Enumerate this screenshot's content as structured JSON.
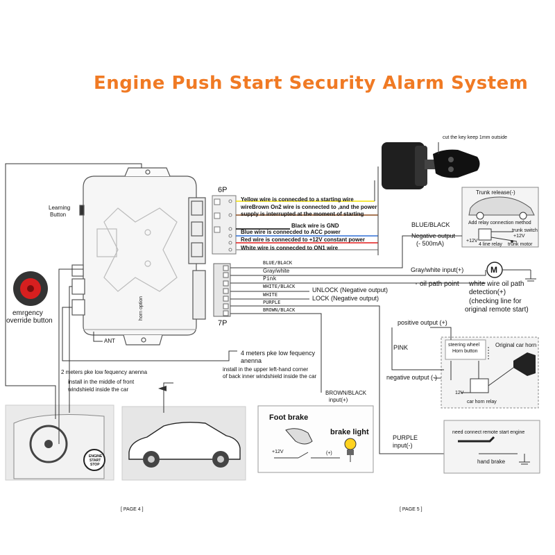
{
  "title": "Engine Push Start Security Alarm System",
  "key_note": "cut the key keep 1mm outside",
  "module": {
    "learning_button": [
      "Learning",
      "Button"
    ],
    "horn_option": "horn option",
    "ant": "ANT",
    "connector_6p": "6P",
    "connector_7p": "7P"
  },
  "wires_6p": [
    {
      "text": "Yellow wire is connecded to a starting wire",
      "color": "#f3e000"
    },
    {
      "text": "wireBrown On2 wire is connected to ,and the power",
      "color": "#8b4a1c"
    },
    {
      "text": "supply is interrupted at the moment of starting",
      "color": ""
    },
    {
      "text": "Black wire is GND",
      "color": "#000000"
    },
    {
      "text": "Blue wire is connecded to ACC power",
      "color": "#2d6fd6"
    },
    {
      "text": "Red wire is connecded to +12V constant power",
      "color": "#e01818"
    },
    {
      "text": "White wire is connecded to ON1 wire",
      "color": "#bbbbbb"
    }
  ],
  "wires_7p": [
    "BLUE/BLACK",
    "Gray/white",
    "Pink",
    "WHITE/BLACK",
    "WHITE",
    "PURPLE",
    "BROWN/BLACK"
  ],
  "unlock": "UNLOCK (Negative output)",
  "lock": "LOCK (Negative output)",
  "trunk": {
    "title": "Trunk release(-)",
    "caption": "Add relay connection method",
    "switch": "trunk switch",
    "plus12v_a": "+12V",
    "plus12v_b": "+12V",
    "relay": "4 line relay",
    "motor": "trunk motor",
    "blue_black": "BLUE/BLACK",
    "negative_output": [
      "Negative output",
      "(- 500mA)"
    ]
  },
  "gray_white_input": "Gray/white  input(+)",
  "motor_symbol": "M",
  "oil_path_point": "oil path point",
  "oil_detection": [
    "white wire oil path",
    "detection(+)",
    "(checking line for",
    "original remote start)"
  ],
  "positive_output": "positive output  (+)",
  "pink": "PINK",
  "negative_output": "negative output  (-)",
  "horn": {
    "steering_wheel": "steering wheel",
    "horn_button": "Horn button",
    "original": "Original car horn",
    "plus12v": "12V",
    "relay": "car horn relay"
  },
  "emergency": [
    "emrgency",
    "override button"
  ],
  "antenna_2m": [
    "2 meters pke low fequency anenna",
    "install in the  middle of front",
    "windshield inside the car"
  ],
  "antenna_4m": [
    "4 meters pke low fequency",
    "anenna",
    "install in the  upper left-hand corner",
    "of back inner windshield inside the car"
  ],
  "brown_black_input": [
    "BROWN/BLACK",
    "input(+)"
  ],
  "foot_brake": {
    "title": "Foot brake",
    "brake_light": "brake light",
    "plus12v": "+12V",
    "plus": "(+)"
  },
  "purple_input": [
    "PURPLE",
    "input(-)"
  ],
  "hand_brake": {
    "title": "need connect remote start engine",
    "label": "hand brake"
  },
  "engine_button": [
    "ENGINE",
    "START",
    "STOP"
  ],
  "page_left": "[ PAGE 4 ]",
  "page_right": "[ PAGE 5 ]"
}
